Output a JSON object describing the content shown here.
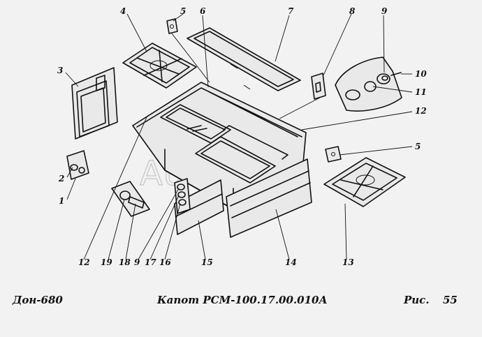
{
  "footer": {
    "document": "Дон-680",
    "title": "Капот РСМ-100.17.00.010А",
    "figure_label": "Рис.",
    "figure_number": "55"
  },
  "watermark": "AutoSoft",
  "callouts": [
    "1",
    "2",
    "3",
    "4",
    "5",
    "6",
    "7",
    "8",
    "9",
    "10",
    "11",
    "12",
    "5",
    "13",
    "14",
    "15",
    "16",
    "17",
    "9",
    "18",
    "19",
    "12"
  ]
}
